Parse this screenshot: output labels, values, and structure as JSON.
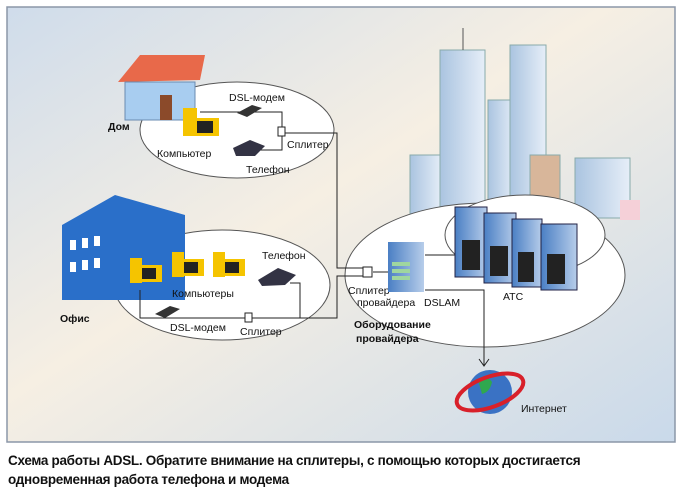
{
  "home": {
    "label": "Дом",
    "computer": "Компьютер",
    "modem": "DSL-модем",
    "phone": "Телефон",
    "splitter": "Сплитер"
  },
  "office": {
    "label": "Офис",
    "computers": "Компьютеры",
    "modem": "DSL-модем",
    "phone": "Телефон",
    "splitter": "Сплитер"
  },
  "provider": {
    "splitter_line1": "Сплитер",
    "splitter_line2": "провайдера",
    "dslam": "DSLAM",
    "atc": "АТС",
    "equipment_line1": "Оборудование",
    "equipment_line2": "провайдера"
  },
  "internet": {
    "label": "Интернет"
  },
  "caption": {
    "line1": "Схема работы ADSL. Обратите внимание на сплитеры, с помощью которых достигается",
    "line2": "одновременная работа телефона и модема"
  },
  "colors": {
    "computer": "#f5c400",
    "building": "#2a6fc9",
    "roof": "#e8694a",
    "frame": "#7a8aa0"
  }
}
